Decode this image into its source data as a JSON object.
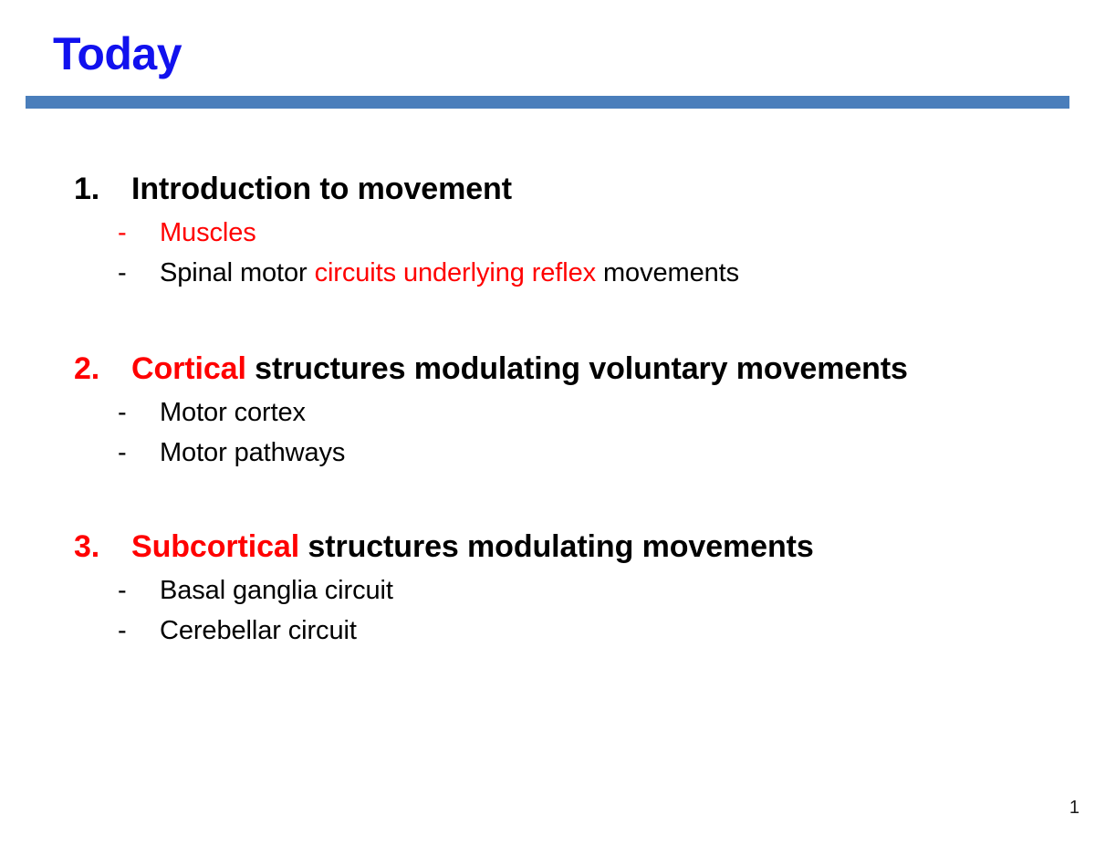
{
  "slide": {
    "title": "Today",
    "page_number": "1",
    "colors": {
      "title_blue": "#1111ee",
      "rule_blue": "#4a7ebb",
      "accent_red": "#ff0000",
      "body_black": "#000000",
      "background": "#ffffff"
    }
  },
  "outline": [
    {
      "number": "1.",
      "number_color": "black",
      "heading_runs": [
        {
          "text": "Introduction to movement",
          "color": "black"
        }
      ],
      "subitems": [
        {
          "dash": "-",
          "dash_color": "red",
          "runs": [
            {
              "text": "Muscles",
              "color": "red"
            }
          ]
        },
        {
          "dash": "-",
          "dash_color": "black",
          "runs": [
            {
              "text": "Spinal motor ",
              "color": "black"
            },
            {
              "text": "circuits underlying reflex",
              "color": "red"
            },
            {
              "text": " movements",
              "color": "black"
            }
          ]
        }
      ]
    },
    {
      "number": "2.",
      "number_color": "red",
      "heading_runs": [
        {
          "text": "Cortical",
          "color": "red"
        },
        {
          "text": " structures modulating voluntary movements",
          "color": "black"
        }
      ],
      "subitems": [
        {
          "dash": "-",
          "dash_color": "black",
          "runs": [
            {
              "text": "Motor cortex",
              "color": "black"
            }
          ]
        },
        {
          "dash": "-",
          "dash_color": "black",
          "runs": [
            {
              "text": "Motor pathways",
              "color": "black"
            }
          ]
        }
      ]
    },
    {
      "number": "3.",
      "number_color": "red",
      "heading_runs": [
        {
          "text": "Subcortical",
          "color": "red"
        },
        {
          "text": " structures modulating movements",
          "color": "black"
        }
      ],
      "subitems": [
        {
          "dash": "-",
          "dash_color": "black",
          "runs": [
            {
              "text": "Basal ganglia circuit",
              "color": "black"
            }
          ]
        },
        {
          "dash": "-",
          "dash_color": "black",
          "runs": [
            {
              "text": "Cerebellar circuit",
              "color": "black"
            }
          ]
        }
      ]
    }
  ]
}
